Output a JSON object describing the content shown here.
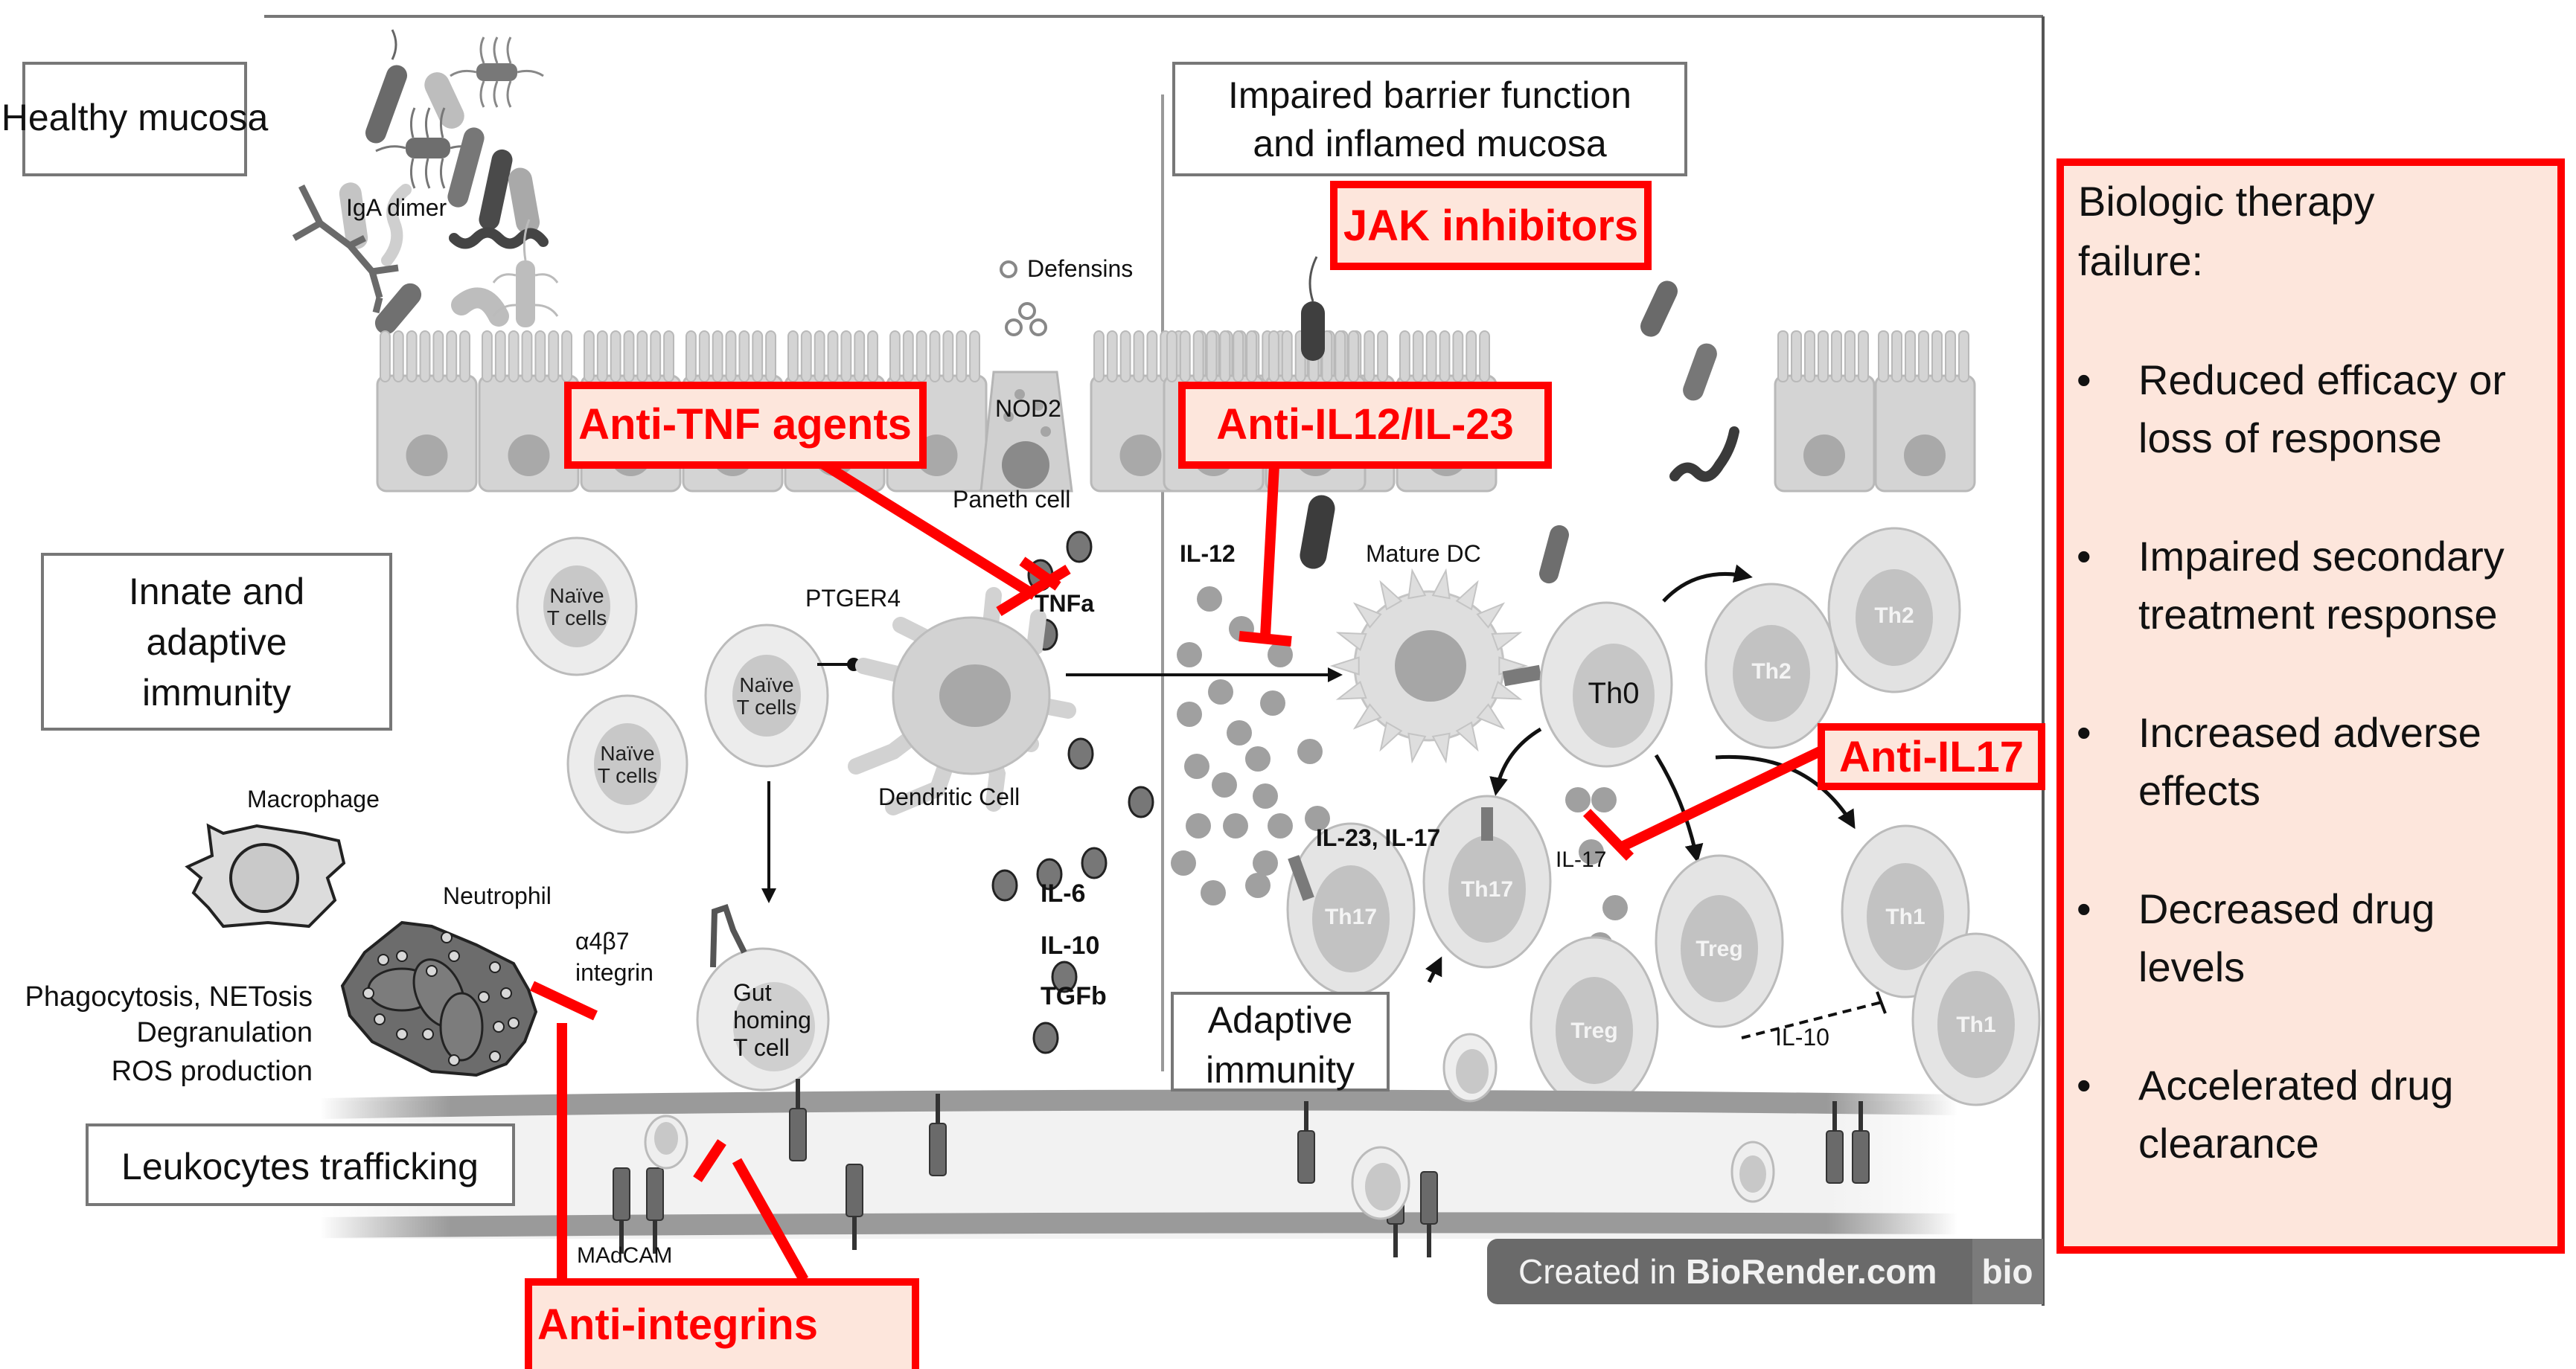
{
  "section_labels": {
    "healthy": "Healthy mucosa",
    "impaired_line1": "Impaired barrier function",
    "impaired_line2": "and inflamed mucosa",
    "innate_line1": "Innate and",
    "innate_line2": "adaptive",
    "innate_line3": "immunity",
    "adaptive_line1": "Adaptive",
    "adaptive_line2": "immunity",
    "leukocytes": "Leukocytes trafficking"
  },
  "drugs": {
    "jak": "JAK inhibitors",
    "anti_tnf": "Anti-TNF agents",
    "anti_il12": "Anti-IL12/IL-23",
    "anti_il17": "Anti-IL17",
    "anti_integrins": "Anti-integrins"
  },
  "failure_box": {
    "title_line1": "Biologic therapy",
    "title_line2": "failure:",
    "items": [
      {
        "line1": "Reduced efficacy or",
        "line2": "loss of response"
      },
      {
        "line1": "Impaired secondary",
        "line2": "treatment response"
      },
      {
        "line1": "Increased adverse",
        "line2": "effects"
      },
      {
        "line1": "Decreased drug",
        "line2": "levels"
      },
      {
        "line1": "Accelerated drug",
        "line2": "clearance"
      }
    ],
    "bullet": "•"
  },
  "labels": {
    "iga_dimer": "IgA dimer",
    "defensins": "Defensins",
    "nod2": "NOD2",
    "paneth": "Paneth cell",
    "ptger4": "PTGER4",
    "tnfa": "TNFa",
    "dendritic": "Dendritic Cell",
    "il12": "IL-12",
    "mature_dc": "Mature DC",
    "il6": "IL-6",
    "il10": "IL-10",
    "tgfb": "TGFb",
    "il23_il17": "IL-23, IL-17",
    "il17": "IL-17",
    "il10_b": "IL-10",
    "macrophage": "Macrophage",
    "neutrophil": "Neutrophil",
    "a4b7_line1": "α4β7",
    "a4b7_line2": "integrin",
    "phago_line1": "Phagocytosis, NETosis",
    "phago_line2": "Degranulation",
    "phago_line3": "ROS production",
    "madcam": "MAdCAM",
    "gut_line1": "Gut",
    "gut_line2": "homing",
    "gut_line3": "T cell"
  },
  "cells": {
    "naive_line1": "Naïve",
    "naive_line2": "T cells",
    "th0": "Th0",
    "th2": "Th2",
    "th17": "Th17",
    "treg": "Treg",
    "th1": "Th1"
  },
  "watermark": {
    "prefix": "Created in ",
    "brand": "BioRender.com",
    "logo": "bio"
  },
  "colors": {
    "drug_red": "#ff0000",
    "drug_fill": "#fde6dc",
    "cell_grey": "#d6d6d6",
    "dark_grey": "#6e6e6e"
  }
}
